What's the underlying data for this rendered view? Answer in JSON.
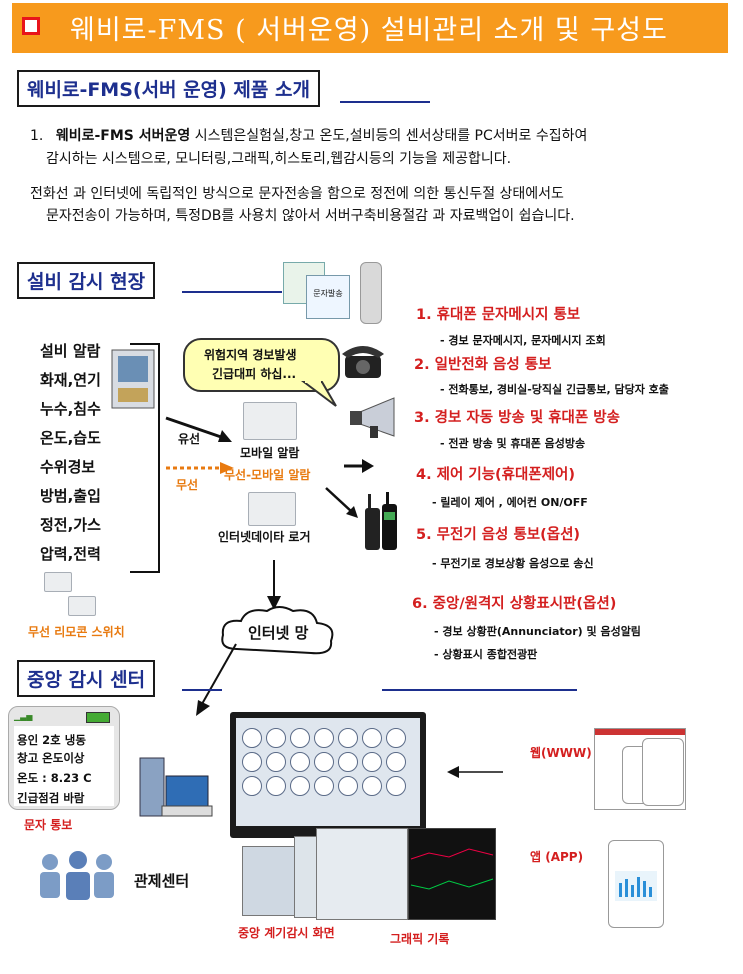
{
  "banner": {
    "title": "웨비로-FMS ( 서버운영) 설비관리 소개 및 구성도"
  },
  "intro": {
    "header": "웨비로-FMS(서버 운영) 제품 소개",
    "para1_num": "1.",
    "para1_bold": "웨비로-FMS 서버운영",
    "para1_rest_l1": " 시스템은실험실,창고 온도,설비등의 센서상태를 PC서버로 수집하여",
    "para1_l2": "감시하는 시스템으로, 모니터링,그래픽,히스토리,웹감시등의 기능을 제공합니다.",
    "para2_l1": "전화선 과 인터넷에 독립적인 방식으로 문자전송을 함으로 정전에 의한 통신두절 상태에서도",
    "para2_l2": "문자전송이 가능하며, 특정DB를 사용치 않아서 서버구축비용절감 과 자료백업이 쉽습니다."
  },
  "site": {
    "header": "설비 감시 현장",
    "categories": [
      "설비 알람",
      "화재,연기",
      "누수,침수",
      "온도,습도",
      "수위경보",
      "방범,출입",
      "정전,가스",
      "압력,전력"
    ],
    "wired_label": "유선",
    "wireless_label": "무선",
    "remote_switch_label": "무선 리모콘 스위치",
    "bubble_l1": "위험지역 경보발생",
    "bubble_l2": "긴급대피 하십...",
    "mobile_alarm_label": "모바일 알람",
    "wireless_mobile_alarm_label": "무선-모바일 알람",
    "internet_logger_label": "인터넷데이타 로거",
    "cloud_label": "인터넷 망",
    "sms_icon_text": "문자발송"
  },
  "features": [
    {
      "title": "1. 휴대폰 문자메시지 통보",
      "sub": "- 경보 문자메시지, 문자메시지 조회"
    },
    {
      "title": "2. 일반전화 음성 통보",
      "sub": "- 전화통보, 경비실-당직실 긴급통보, 담당자 호출"
    },
    {
      "title": "3. 경보 자동 방송 및 휴대폰 방송",
      "sub": "- 전관 방송 및 휴대폰 음성방송"
    },
    {
      "title": "4. 제어 기능(휴대폰제어)",
      "sub": "- 릴레이 제어 , 에어컨 ON/OFF"
    },
    {
      "title": "5. 무전기 음성 통보(옵션)",
      "sub": "- 무전기로 경보상황 음성으로 송신"
    },
    {
      "title": "6. 중앙/원격지 상황표시판(옵션)",
      "sub": "- 경보 상황판(Annunciator) 및 음성알림",
      "sub2": "- 상황표시 종합전광판"
    }
  ],
  "center": {
    "header": "중앙 감시 센터",
    "sms_lines": [
      "용인 2호 냉동",
      "창고 온도이상",
      "온도 : 8.23 C",
      "긴급점검 바람"
    ],
    "sms_caption": "문자 통보",
    "control_center_label": "관제센터",
    "web_label": "웹(WWW)",
    "app_label": "앱   (APP)",
    "monitor_caption": "중앙 계기감시 화면",
    "graph_caption": "그래픽 기록"
  },
  "colors": {
    "banner": "#f79a1d",
    "header_text": "#1d2f8e",
    "feature_red": "#d41f1f",
    "orange": "#e87a10"
  }
}
